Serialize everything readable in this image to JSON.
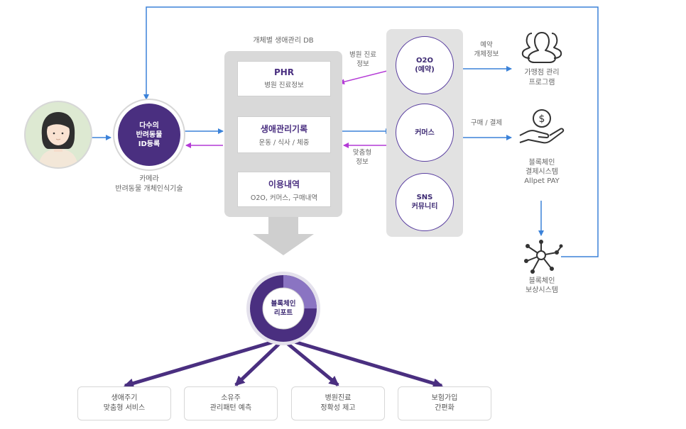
{
  "db_title": "개체별 생애관리 DB",
  "db_boxes": [
    {
      "title": "PHR",
      "sub": "병원 진료정보"
    },
    {
      "title": "생애관리기록",
      "sub": "운동 / 식사 / 체중"
    },
    {
      "title": "이용내역",
      "sub": "O2O, 커머스, 구매내역"
    }
  ],
  "registration": {
    "line1": "다수의",
    "line2": "반려동물",
    "line3": "ID등록"
  },
  "camera_caption": {
    "line1": "카메라",
    "line2": "반려동물 개체인식기술"
  },
  "services": [
    {
      "line1": "O2O",
      "line2": "(예약)"
    },
    {
      "line1": "커머스",
      "line2": ""
    },
    {
      "line1": "SNS",
      "line2": "커뮤니티"
    }
  ],
  "edge_labels": {
    "hospital_info": {
      "line1": "병원 진료",
      "line2": "정보"
    },
    "custom_info": {
      "line1": "맞춤형",
      "line2": "정보"
    },
    "reservation_info": {
      "line1": "예약",
      "line2": "개체정보"
    },
    "purchase_payment": "구매 / 결제"
  },
  "right_nodes": {
    "merchant": {
      "line1": "가맹점 관리",
      "line2": "프로그램"
    },
    "payment": {
      "line1": "블록체인",
      "line2": "결제시스템",
      "line3": "Allpet PAY"
    },
    "reward": {
      "line1": "블록체인",
      "line2": "보상시스템"
    }
  },
  "report": {
    "line1": "블록체인",
    "line2": "리포트"
  },
  "outputs": [
    {
      "line1": "생애주기",
      "line2": "맞춤형 서비스"
    },
    {
      "line1": "소유주",
      "line2": "관리패턴 예측"
    },
    {
      "line1": "병원진료",
      "line2": "정확성 제고"
    },
    {
      "line1": "보험가입",
      "line2": "간편화"
    }
  ],
  "colors": {
    "purple_dark": "#4a2f80",
    "purple_light": "#8a74c2",
    "arrow_blue": "#3b82d9",
    "arrow_magenta": "#b43ad6"
  }
}
